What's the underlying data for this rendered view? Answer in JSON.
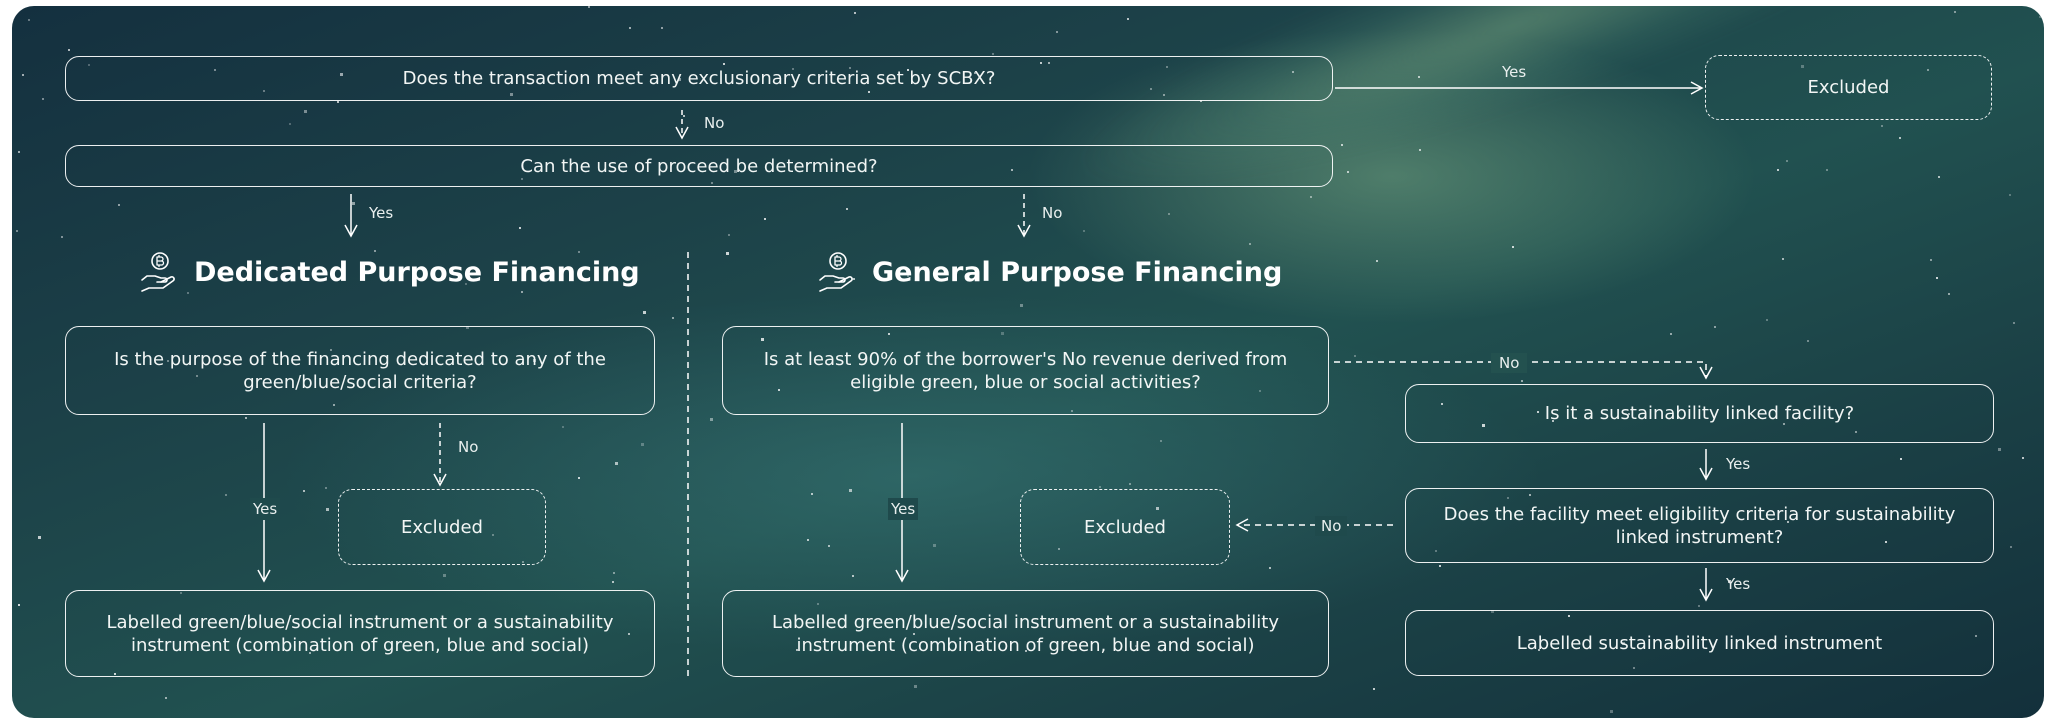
{
  "flow": {
    "q_exclusion": "Does the transaction meet any exclusionary criteria set by SCBX?",
    "excluded_top": "Excluded",
    "yes_top": "Yes",
    "no_top": "No",
    "q_use_of_proceed": "Can the use of proceed be determined?",
    "yes_left": "Yes",
    "no_center": "No"
  },
  "dedicated": {
    "title": "Dedicated Purpose Financing",
    "icon": "hand-coin-icon",
    "question": "Is the purpose of the financing dedicated to any of the green/blue/social criteria?",
    "no_label": "No",
    "yes_label": "Yes",
    "excluded": "Excluded",
    "outcome": "Labelled green/blue/social instrument or a sustainability instrument (combination of green, blue and social)"
  },
  "general": {
    "title": "General Purpose Financing",
    "icon": "hand-coin-icon",
    "question": "Is at least 90% of the borrower's No revenue derived from eligible green, blue or social activities?",
    "no_label": "No",
    "yes_label": "Yes",
    "excluded": "Excluded",
    "excluded_no_label": "No",
    "outcome": "Labelled green/blue/social instrument or a sustainability instrument (combination of green, blue and social)"
  },
  "sustainability": {
    "q_linked": "Is it a sustainability linked facility?",
    "yes_1": "Yes",
    "q_eligibility": "Does the facility meet eligibility criteria for sustainability linked instrument?",
    "yes_2": "Yes",
    "outcome": "Labelled sustainability linked instrument"
  }
}
